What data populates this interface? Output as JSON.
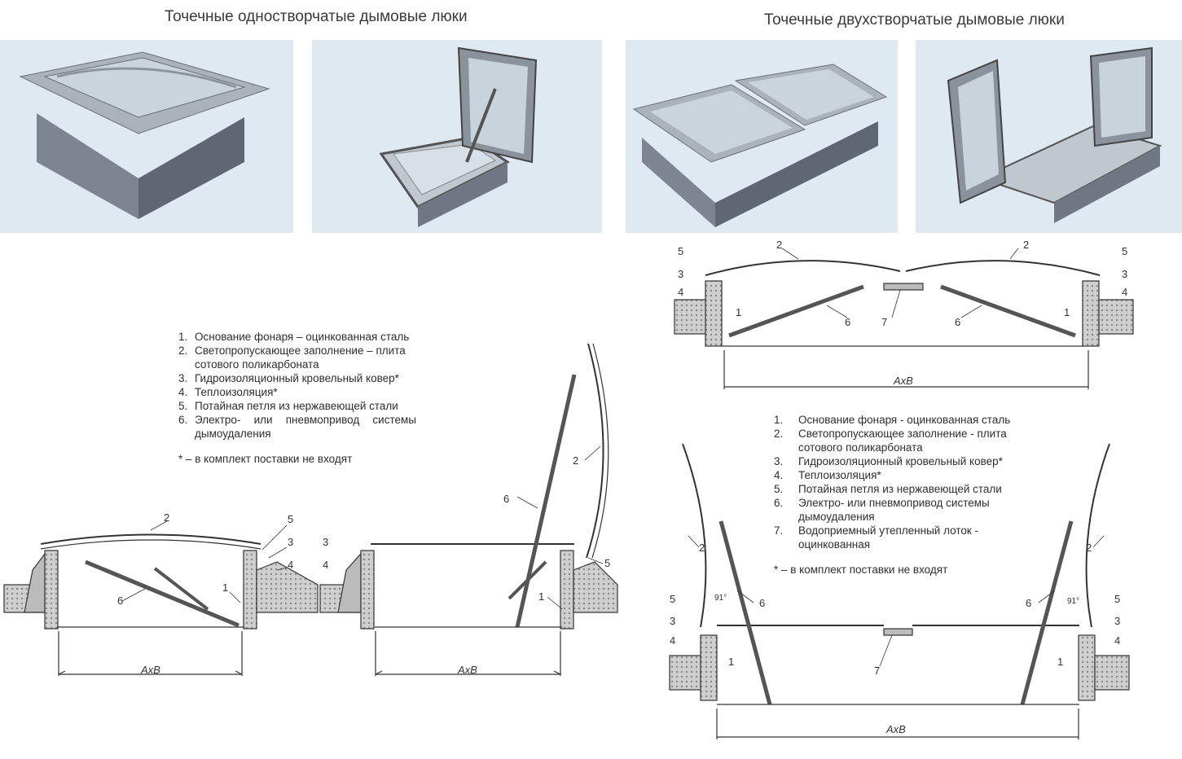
{
  "titles": {
    "single": "Точечные одностворчатые дымовые люки",
    "double": "Точечные двухстворчатые дымовые люки"
  },
  "legend_single": {
    "items": [
      {
        "n": "1.",
        "t": "Основание фонаря – оцинкованная сталь"
      },
      {
        "n": "2.",
        "t": "Светопропускающее заполнение – плита сотового поликарбоната"
      },
      {
        "n": "3.",
        "t": "Гидроизоляционный кровельный ковер*"
      },
      {
        "n": "4.",
        "t": "Теплоизоляция*"
      },
      {
        "n": "5.",
        "t": "Потайная петля из нержавеющей стали"
      },
      {
        "n": "6.",
        "t": "Электро- или пневмопривод системы дымоудаления"
      }
    ],
    "note": "* – в комплект поставки не входят"
  },
  "legend_double": {
    "items": [
      {
        "n": "1.",
        "t": "Основание фонаря - оцинкованная сталь"
      },
      {
        "n": "2.",
        "t": "Светопропускающее заполнение - плита сотового поликарбоната"
      },
      {
        "n": "3.",
        "t": "Гидроизоляционный кровельный ковер*"
      },
      {
        "n": "4.",
        "t": "Теплоизоляция*"
      },
      {
        "n": "5.",
        "t": "Потайная петля из нержавеющей стали"
      },
      {
        "n": "6.",
        "t": "Электро- или пневмопривод системы дымоудаления"
      },
      {
        "n": "7.",
        "t": "Водоприемный утепленный лоток - оцинкованная"
      }
    ],
    "note": "* – в комплект поставки не входят"
  },
  "callouts": [
    "1",
    "2",
    "3",
    "4",
    "5",
    "6",
    "7"
  ],
  "dimension_label": "AxB",
  "angle_label": "91°",
  "colors": {
    "photo_bg": "#dfe9f2",
    "line": "#333333",
    "insulation": "#c9c9c9"
  }
}
